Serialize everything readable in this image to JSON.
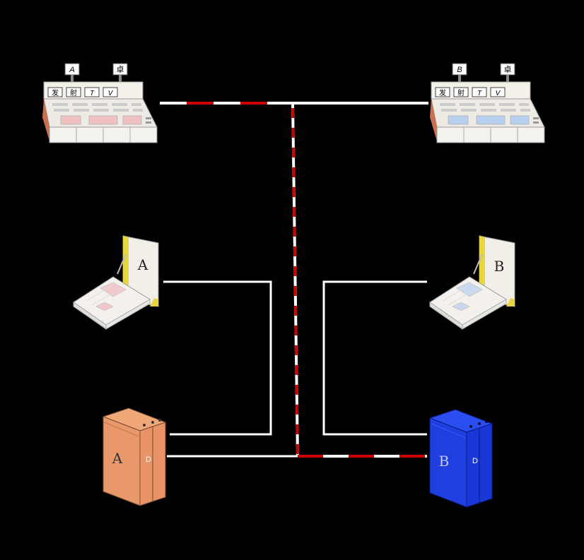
{
  "console_a": {
    "sign_left": "A",
    "sign_right": "卓",
    "keys": [
      "发",
      "射",
      "T",
      "V"
    ]
  },
  "console_b": {
    "sign_left": "B",
    "sign_right": "卓",
    "keys": [
      "发",
      "射",
      "T",
      "V"
    ]
  },
  "laptop_a": {
    "screen_label": "A"
  },
  "laptop_b": {
    "screen_label": "B"
  },
  "cabinet_a": {
    "label": "A",
    "handle": "D"
  },
  "cabinet_b": {
    "label": "B",
    "handle": "D"
  },
  "colors": {
    "background": "#000000",
    "line": "#ffffff",
    "dash_red": "#cc0000",
    "cabinet_a": "#e8986a",
    "cabinet_b": "#1f3fe0",
    "laptop_accent": "#e8d640",
    "console_panel_a": "#f0c0c0",
    "console_panel_b": "#b8d0f0"
  }
}
